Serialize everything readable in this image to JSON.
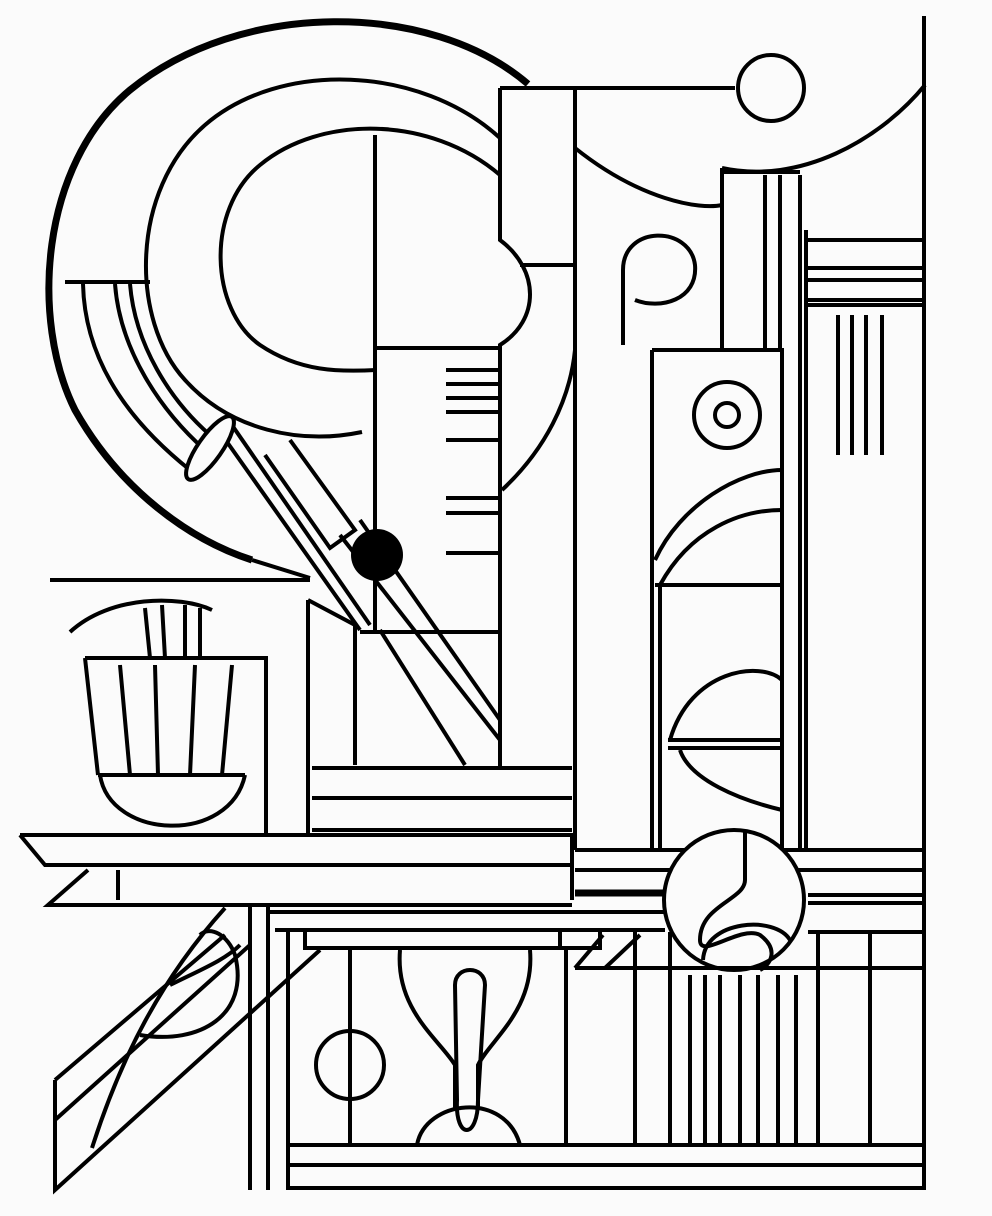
{
  "artwork": {
    "style": "black-and-white line art, abstract geometric composition",
    "colors": {
      "ink": "#000000",
      "paper": "#fbfbfb"
    },
    "icons": [
      "compass-arc",
      "bowl",
      "keyhole",
      "target-circle",
      "tick-marks"
    ]
  }
}
